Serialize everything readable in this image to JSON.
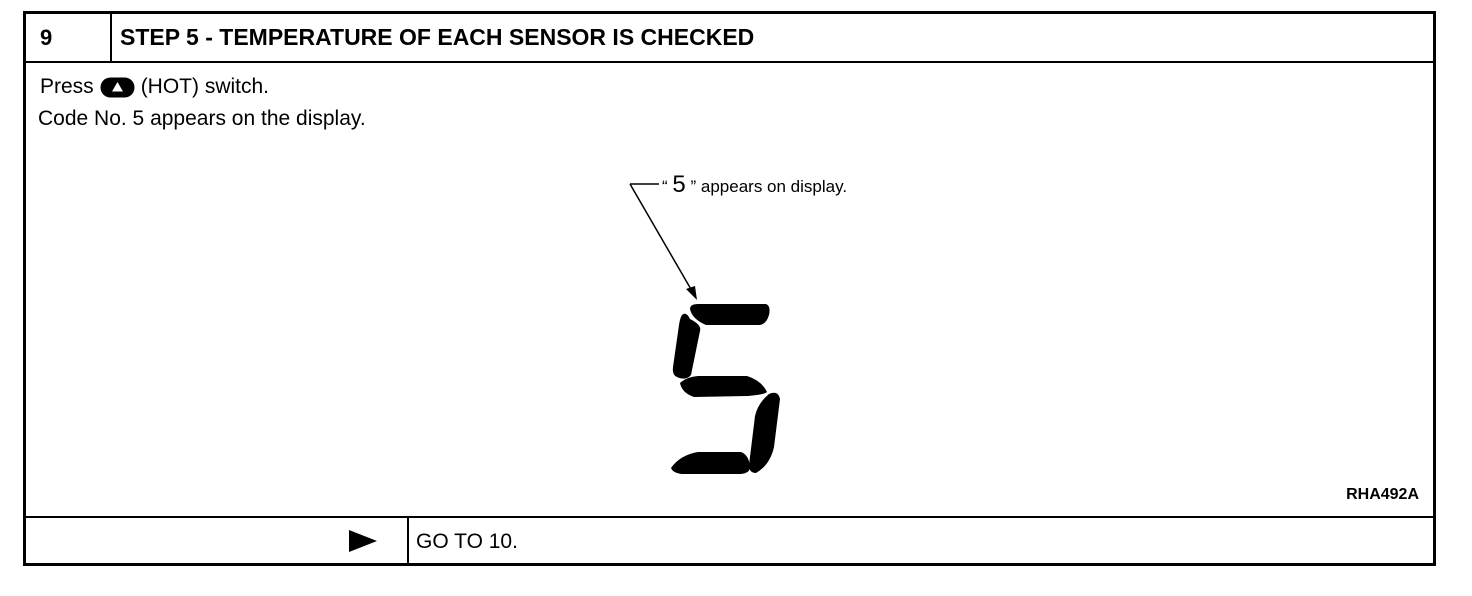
{
  "step": {
    "number": "9",
    "title": "STEP 5 - TEMPERATURE OF EACH SENSOR IS CHECKED"
  },
  "instructions": {
    "press_prefix": "Press",
    "press_suffix": "(HOT) switch.",
    "code_line": "Code No. 5 appears on the display."
  },
  "figure": {
    "callout_open": "“",
    "callout_digit": "5",
    "callout_text": "” appears on display.",
    "display_digit": "5",
    "figure_id": "RHA492A"
  },
  "footer": {
    "next_action": "GO TO 10."
  },
  "icons": {
    "hot_switch": "up-triangle-button-icon",
    "next": "play-arrow-icon"
  }
}
